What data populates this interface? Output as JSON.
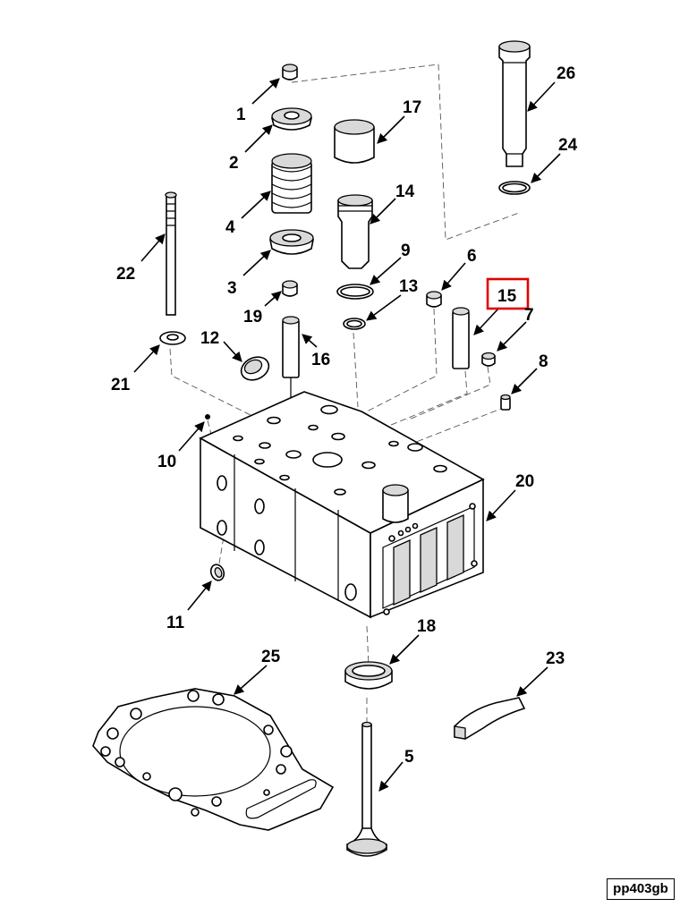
{
  "drawing_code": "pp403gb",
  "highlighted_callout": "15",
  "highlight_color": "#e00000",
  "callouts": [
    {
      "id": "c1",
      "text": "1"
    },
    {
      "id": "c2",
      "text": "2"
    },
    {
      "id": "c4",
      "text": "4"
    },
    {
      "id": "c3",
      "text": "3"
    },
    {
      "id": "c19",
      "text": "19"
    },
    {
      "id": "c22",
      "text": "22"
    },
    {
      "id": "c21",
      "text": "21"
    },
    {
      "id": "c12",
      "text": "12"
    },
    {
      "id": "c16",
      "text": "16"
    },
    {
      "id": "c17",
      "text": "17"
    },
    {
      "id": "c14",
      "text": "14"
    },
    {
      "id": "c9",
      "text": "9"
    },
    {
      "id": "c13",
      "text": "13"
    },
    {
      "id": "c6",
      "text": "6"
    },
    {
      "id": "c15",
      "text": "15"
    },
    {
      "id": "c7",
      "text": "7"
    },
    {
      "id": "c8",
      "text": "8"
    },
    {
      "id": "c26",
      "text": "26"
    },
    {
      "id": "c24",
      "text": "24"
    },
    {
      "id": "c10",
      "text": "10"
    },
    {
      "id": "c20",
      "text": "20"
    },
    {
      "id": "c11",
      "text": "11"
    },
    {
      "id": "c18",
      "text": "18"
    },
    {
      "id": "c25",
      "text": "25"
    },
    {
      "id": "c23",
      "text": "23"
    },
    {
      "id": "c5",
      "text": "5"
    }
  ]
}
